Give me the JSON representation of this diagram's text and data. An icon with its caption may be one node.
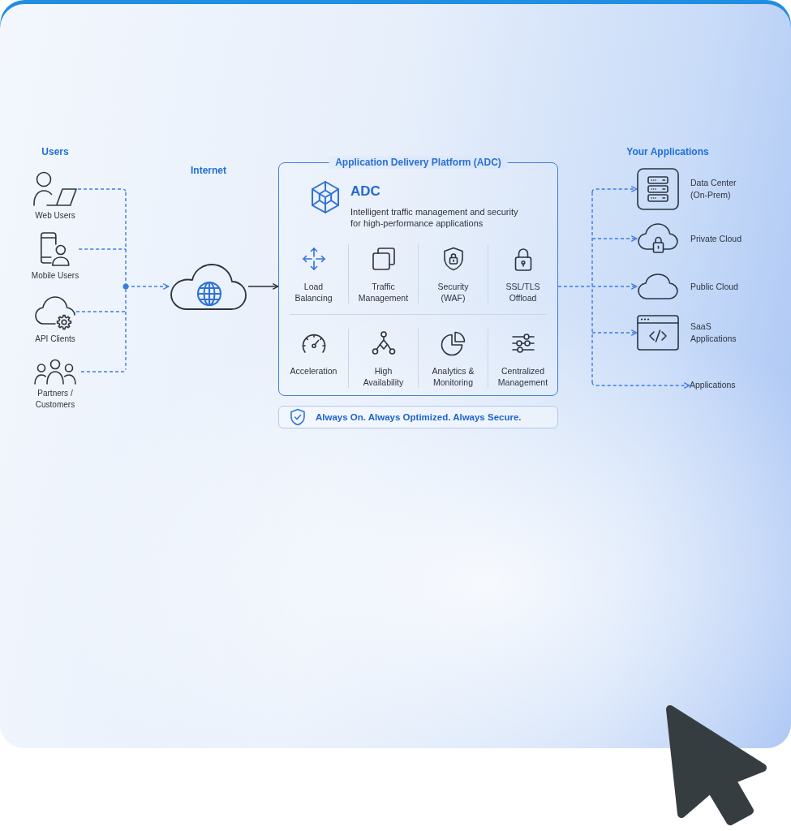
{
  "diagram": {
    "nodes": [
      {
        "text": [
          "Web Users"
        ]
      },
      {
        "text": [
          "Mobile Users"
        ]
      },
      {
        "text": [
          "API Clients"
        ]
      },
      {
        "text": [
          "Partners / Customers"
        ]
      },
      {
        "text": [],
        "shape": "cloud"
      },
      {
        "text": [
          "Application Delivery Platform (ADC)",
          "ADC",
          "Intelligent traffic management and security for high-performance applications"
        ]
      },
      {
        "text": [
          "Load Balancing"
        ],
        "in": 5
      },
      {
        "text": [
          "Traffic Management"
        ],
        "in": 5
      },
      {
        "text": [
          "Security (WAF)"
        ],
        "in": 5
      },
      {
        "text": [
          "SSL/TLS Offload"
        ],
        "in": 5
      },
      {
        "text": [
          "Acceleration"
        ],
        "in": 5
      },
      {
        "text": [
          "High Availability"
        ],
        "in": 5
      },
      {
        "text": [
          "Analytics & Monitoring"
        ],
        "in": 5
      },
      {
        "text": [
          "Centralized Management"
        ],
        "in": 5
      },
      {
        "text": [
          "Always On. Always Optimized. Always Secure."
        ]
      },
      {
        "text": [
          "Data Center (On-Prem)"
        ]
      },
      {
        "text": [
          "Private Cloud"
        ]
      },
      {
        "text": [
          "Public Cloud"
        ]
      },
      {
        "text": [
          "SaaS Applications"
        ]
      },
      {
        "text": [
          "Applications"
        ]
      }
    ],
    "edges": [
      {
        "from": 0,
        "to": 4,
        "arrow": "to",
        "style": "dashed"
      },
      {
        "from": 1,
        "to": 4,
        "arrow": "to",
        "style": "dashed"
      },
      {
        "from": 2,
        "to": 4,
        "arrow": "to",
        "style": "dashed"
      },
      {
        "from": 3,
        "to": 4,
        "arrow": "to",
        "style": "dashed"
      },
      {
        "from": 4,
        "to": 5,
        "arrow": "to",
        "color": "#232b31"
      },
      {
        "from": 5,
        "to": 15,
        "arrow": "to",
        "style": "dashed"
      },
      {
        "from": 5,
        "to": 16,
        "arrow": "to",
        "style": "dashed"
      },
      {
        "from": 5,
        "to": 17,
        "arrow": "to",
        "style": "dashed"
      },
      {
        "from": 5,
        "to": 18,
        "arrow": "to",
        "style": "dashed"
      },
      {
        "from": 5,
        "to": 19,
        "arrow": "to",
        "style": "dashed"
      }
    ],
    "labels": [
      "Users",
      "Internet",
      "Your Applications"
    ]
  }
}
